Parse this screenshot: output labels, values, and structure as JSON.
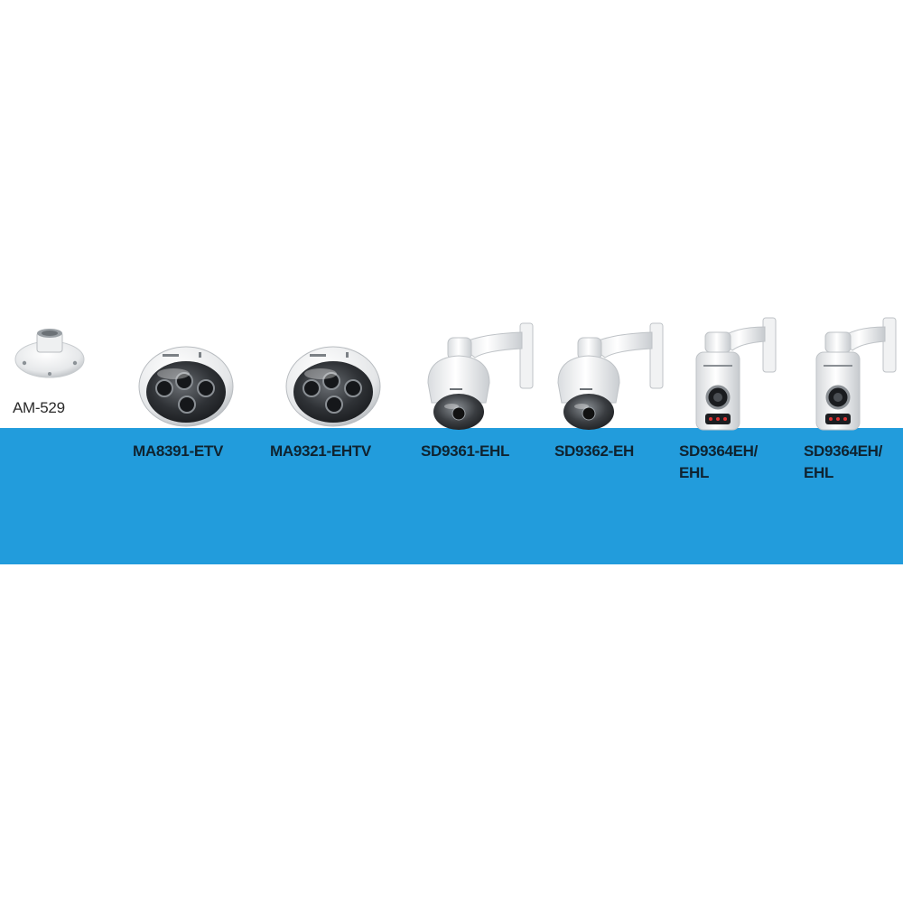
{
  "band_color": "#229cdc",
  "label_color_on_white": "#2b2b2b",
  "label_color_on_band": "#0f2330",
  "products": [
    {
      "id": "am529",
      "icon": "ceiling-mount-adapter-icon",
      "label_lines": [
        "AM-529"
      ]
    },
    {
      "id": "ma8391",
      "icon": "multi-sensor-dome-camera-icon",
      "label_lines": [
        "MA8391-ETV"
      ]
    },
    {
      "id": "ma9321",
      "icon": "multi-sensor-dome-camera-icon",
      "label_lines": [
        "MA9321-EHTV"
      ]
    },
    {
      "id": "sd9361",
      "icon": "ptz-camera-wall-mount-icon",
      "label_lines": [
        "SD9361-EHL"
      ]
    },
    {
      "id": "sd9362",
      "icon": "ptz-camera-wall-mount-icon",
      "label_lines": [
        "SD9362-EH"
      ]
    },
    {
      "id": "sd9364a",
      "icon": "ptz-ir-camera-wall-mount-icon",
      "label_lines": [
        "SD9364EH/",
        "EHL"
      ]
    },
    {
      "id": "sd9364b",
      "icon": "ptz-ir-camera-wall-mount-icon",
      "label_lines": [
        "SD9364EH/",
        "EHL"
      ]
    }
  ]
}
